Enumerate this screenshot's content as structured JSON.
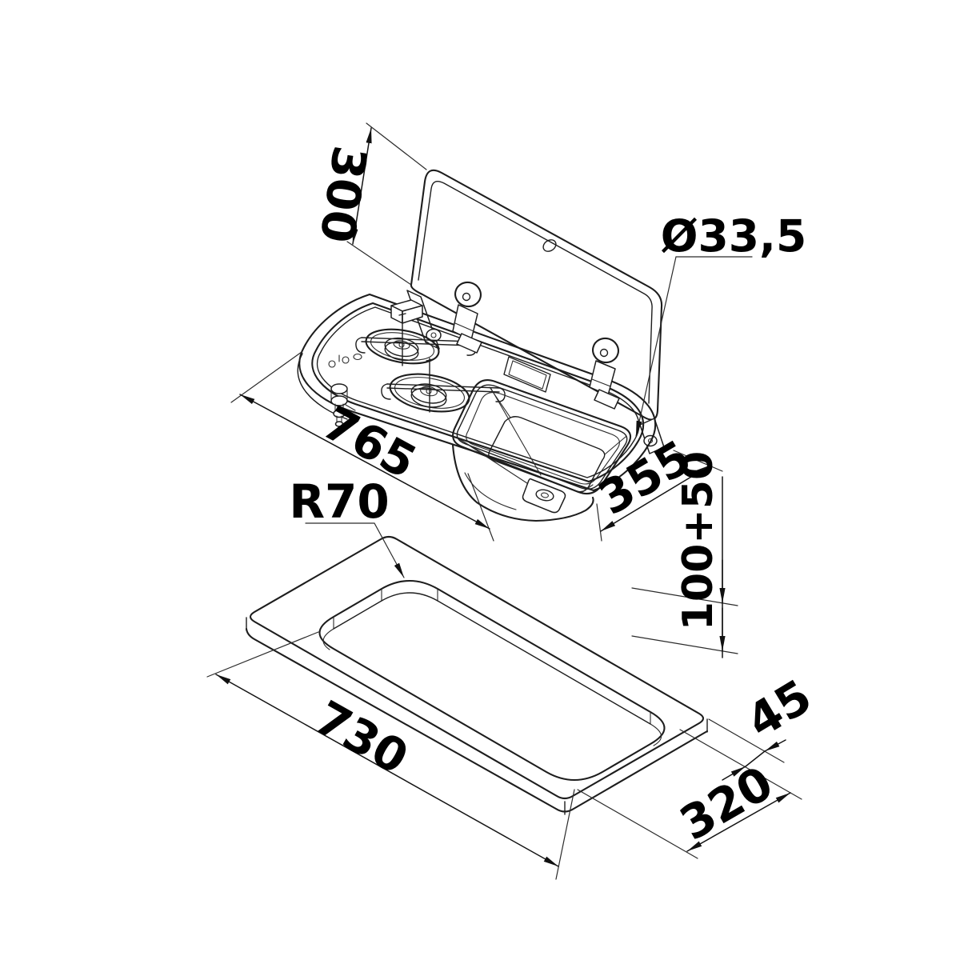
{
  "labels": {
    "lid_height": "300",
    "hole_diameter": "Ø33,5",
    "unit_length": "765",
    "unit_width": "355",
    "mounting_depth": "100+50",
    "corner_radius": "R70",
    "cutout_length": "730",
    "edge_distance": "45",
    "cutout_width": "320"
  },
  "colors": {
    "line": "#1d1d1d",
    "dimension_text": "#000000",
    "background": "#ffffff"
  }
}
